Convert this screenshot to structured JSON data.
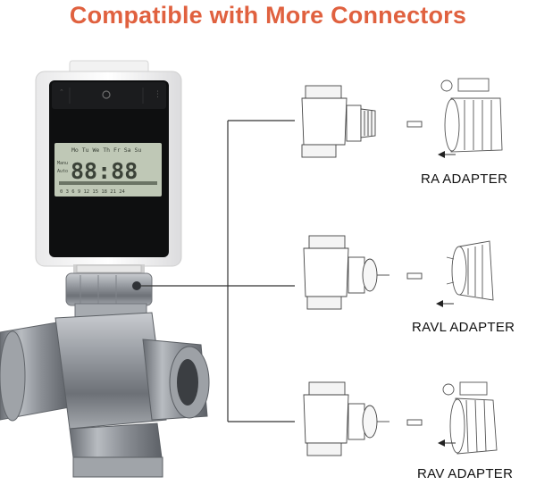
{
  "headline": {
    "text": "Compatible with More Connectors",
    "color": "#e0613f"
  },
  "thermostat": {
    "lcd_days": "Mo Tu We Th Fr Sa Su",
    "lcd_digits": "88:88",
    "lcd_side_left": "Auto",
    "lcd_side_top": "Manu",
    "lcd_scale": "0 3 6 9 12 15 18 21 24"
  },
  "adapters": [
    {
      "label": "RA ADAPTER"
    },
    {
      "label": "RAVL ADAPTER"
    },
    {
      "label": "RAV ADAPTER"
    }
  ],
  "colors": {
    "line": "#333333",
    "lcd": "#bfc8b6",
    "lcd_ink": "#3b4238",
    "metal": "#8f9398"
  }
}
